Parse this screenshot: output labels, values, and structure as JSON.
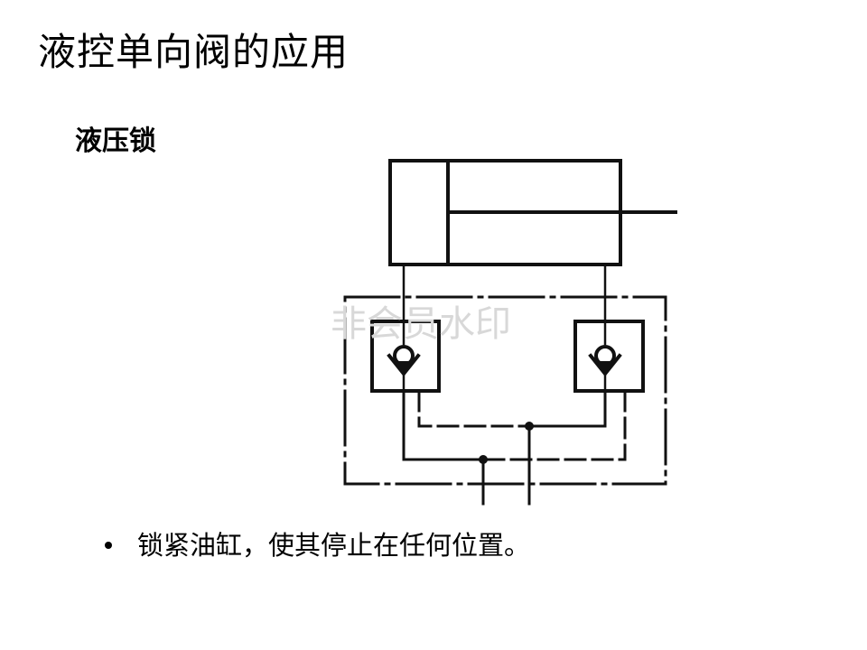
{
  "slide": {
    "title": "液控单向阀的应用",
    "subtitle": "液压锁",
    "bullets": [
      {
        "text": "锁紧油缸，使其停止在任何位置。"
      }
    ]
  },
  "diagram": {
    "type": "hydraulic-schematic",
    "watermark": "非会员水印",
    "components": [
      {
        "id": "cylinder",
        "kind": "double-acting hydraulic cylinder with piston rod"
      },
      {
        "id": "check-valve-left",
        "kind": "pilot-operated check valve"
      },
      {
        "id": "check-valve-right",
        "kind": "pilot-operated check valve"
      },
      {
        "id": "hydraulic-lock-boundary",
        "kind": "dash-dot assembly enclosure"
      }
    ],
    "colors": {
      "line": "#111111",
      "watermark": "#d8d8d8",
      "background": "#ffffff"
    }
  }
}
